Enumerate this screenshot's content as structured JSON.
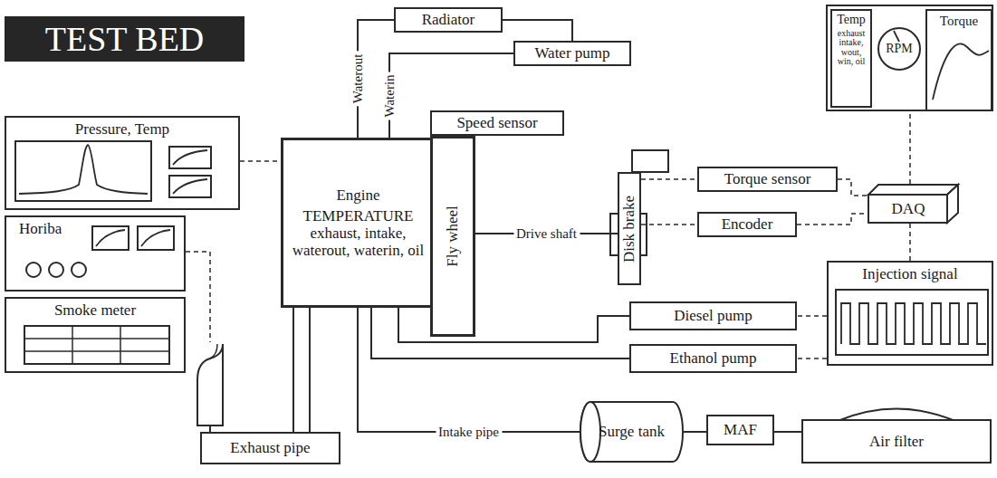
{
  "diagram": {
    "title": "TEST BED",
    "nodes": [
      {
        "text": [
          "Radiator"
        ]
      },
      {
        "text": [
          "Water pump"
        ]
      },
      {
        "text": []
      },
      {
        "text": [
          "Temp",
          "exhaust intake, wout, win, oil"
        ],
        "in": 2
      },
      {
        "text": [
          "RPM"
        ],
        "in": 2
      },
      {
        "text": [
          "Torque"
        ],
        "in": 2
      },
      {
        "text": [
          "Speed sensor"
        ]
      },
      {
        "text": [
          "Pressure, Temp"
        ]
      },
      {
        "text": [
          "Engine",
          "TEMPERATURE exhaust, intake, waterout, waterin, oil"
        ]
      },
      {
        "text": [
          "Fly wheel"
        ]
      },
      {
        "text": [
          "Torque sensor"
        ]
      },
      {
        "text": [
          "Disk brake"
        ]
      },
      {
        "text": [
          "Encoder"
        ]
      },
      {
        "text": [
          "DAQ"
        ]
      },
      {
        "text": [
          "Horiba"
        ]
      },
      {
        "text": [
          "Injection signal"
        ]
      },
      {
        "text": [
          "Diesel pump"
        ]
      },
      {
        "text": [
          "Ethanol pump"
        ]
      },
      {
        "text": [
          "Smoke meter"
        ]
      },
      {
        "text": [
          "Surge tank"
        ]
      },
      {
        "text": [
          "MAF"
        ]
      },
      {
        "text": [
          "Air filter"
        ]
      }
    ],
    "edges": [
      {
        "from": 8,
        "to": 0,
        "arrow": "none",
        "label": "Waterout"
      },
      {
        "from": 1,
        "to": 8,
        "arrow": "none",
        "label": "Waterin"
      },
      {
        "from": 0,
        "to": 1,
        "arrow": "none"
      },
      {
        "from": 7,
        "to": 8,
        "arrow": "none"
      },
      {
        "from": 9,
        "to": 11,
        "arrow": "none",
        "label": "Drive shaft"
      },
      {
        "from": 11,
        "to": 10,
        "arrow": "none"
      },
      {
        "from": 11,
        "to": 12,
        "arrow": "none"
      },
      {
        "from": 10,
        "to": 13,
        "arrow": "none"
      },
      {
        "from": 12,
        "to": 13,
        "arrow": "none"
      },
      {
        "from": 13,
        "to": 2,
        "arrow": "none"
      },
      {
        "from": 13,
        "to": 15,
        "arrow": "none"
      },
      {
        "from": 15,
        "to": 16,
        "arrow": "none"
      },
      {
        "from": 15,
        "to": 17,
        "arrow": "none"
      },
      {
        "from": 8,
        "to": 16,
        "arrow": "none"
      },
      {
        "from": 8,
        "to": 17,
        "arrow": "none"
      },
      {
        "from": 8,
        "to": 19,
        "arrow": "none",
        "label": "Intake pipe"
      },
      {
        "from": 19,
        "to": 20,
        "arrow": "none"
      },
      {
        "from": 20,
        "to": 21,
        "arrow": "none"
      }
    ],
    "labels": [
      "Exhaust pipe"
    ]
  }
}
